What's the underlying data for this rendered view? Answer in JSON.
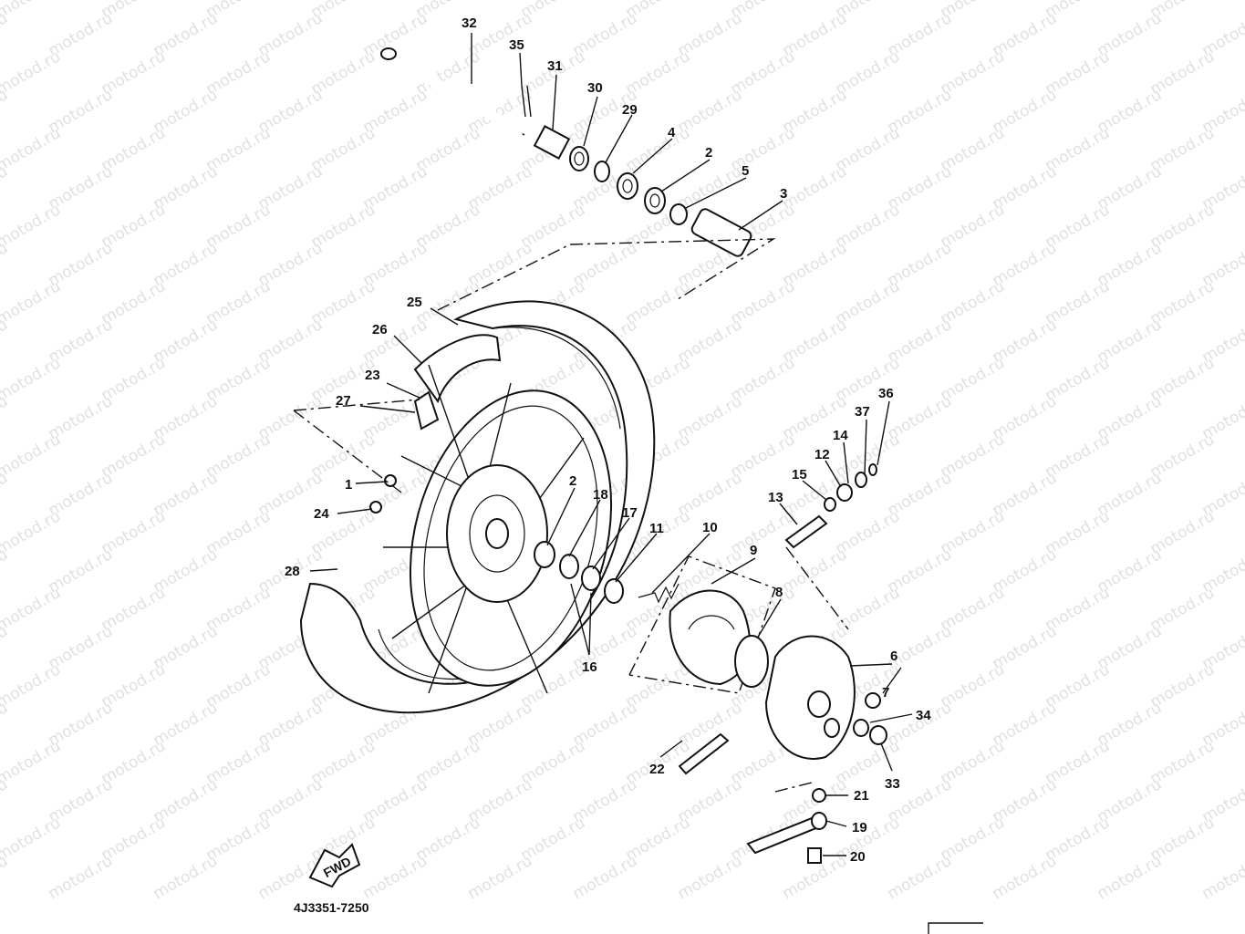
{
  "watermark_text": "motod.ru",
  "reference_code": "4J3351-7250",
  "fwd_label": "FWD",
  "part_labels": [
    {
      "id": "32",
      "text": "32"
    },
    {
      "id": "35",
      "text": "35"
    },
    {
      "id": "31",
      "text": "31"
    },
    {
      "id": "30",
      "text": "30"
    },
    {
      "id": "29",
      "text": "29"
    },
    {
      "id": "4",
      "text": "4"
    },
    {
      "id": "2a",
      "text": "2"
    },
    {
      "id": "5",
      "text": "5"
    },
    {
      "id": "3",
      "text": "3"
    },
    {
      "id": "25",
      "text": "25"
    },
    {
      "id": "26",
      "text": "26"
    },
    {
      "id": "23",
      "text": "23"
    },
    {
      "id": "27",
      "text": "27"
    },
    {
      "id": "1",
      "text": "1"
    },
    {
      "id": "24",
      "text": "24"
    },
    {
      "id": "28",
      "text": "28"
    },
    {
      "id": "2b",
      "text": "2"
    },
    {
      "id": "18",
      "text": "18"
    },
    {
      "id": "17",
      "text": "17"
    },
    {
      "id": "11",
      "text": "11"
    },
    {
      "id": "10",
      "text": "10"
    },
    {
      "id": "9",
      "text": "9"
    },
    {
      "id": "8",
      "text": "8"
    },
    {
      "id": "16",
      "text": "16"
    },
    {
      "id": "36",
      "text": "36"
    },
    {
      "id": "37",
      "text": "37"
    },
    {
      "id": "14",
      "text": "14"
    },
    {
      "id": "12",
      "text": "12"
    },
    {
      "id": "15",
      "text": "15"
    },
    {
      "id": "13",
      "text": "13"
    },
    {
      "id": "6",
      "text": "6"
    },
    {
      "id": "7",
      "text": "7"
    },
    {
      "id": "34",
      "text": "34"
    },
    {
      "id": "33",
      "text": "33"
    },
    {
      "id": "22",
      "text": "22"
    },
    {
      "id": "21",
      "text": "21"
    },
    {
      "id": "19",
      "text": "19"
    },
    {
      "id": "20",
      "text": "20"
    }
  ]
}
